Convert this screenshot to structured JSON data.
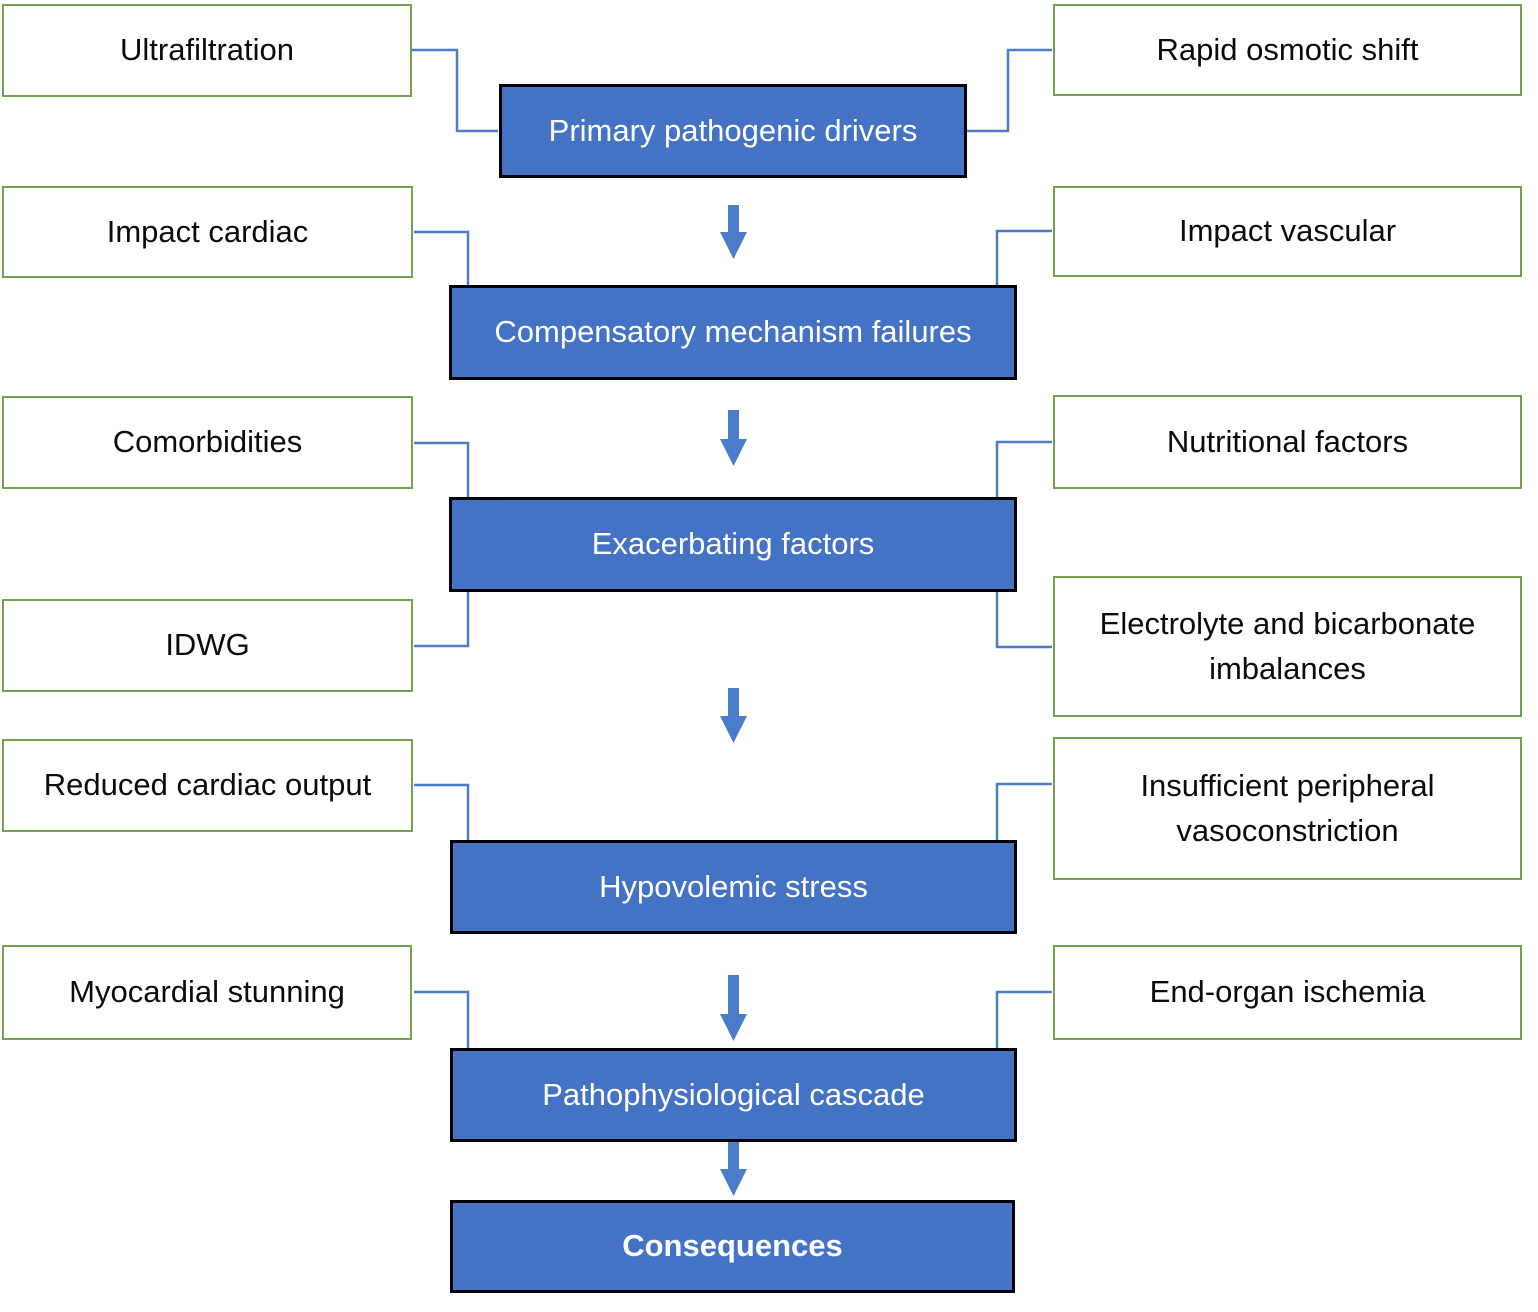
{
  "diagram_type": "flowchart",
  "colors": {
    "stage_fill": "#4472C4",
    "stage_border": "#000000",
    "stage_text": "#FFFFFF",
    "factor_fill": "#FFFFFF",
    "factor_border": "#73A24E",
    "factor_text": "#000000",
    "connector": "#4A7CC9",
    "background": "#FFFFFF"
  },
  "flow_stages": [
    {
      "label": "Primary pathogenic drivers"
    },
    {
      "label": "Compensatory mechanism failures"
    },
    {
      "label": "Exacerbating factors"
    },
    {
      "label": "Hypovolemic stress"
    },
    {
      "label": "Pathophysiological cascade"
    },
    {
      "label": "Consequences"
    }
  ],
  "left_factors": [
    {
      "label": "Ultrafiltration"
    },
    {
      "label": "Impact cardiac"
    },
    {
      "label": "Comorbidities"
    },
    {
      "label": "IDWG"
    },
    {
      "label": "Reduced cardiac output"
    },
    {
      "label": "Myocardial stunning"
    }
  ],
  "right_factors": [
    {
      "label": "Rapid osmotic shift"
    },
    {
      "label": "Impact vascular"
    },
    {
      "label": "Nutritional factors"
    },
    {
      "label": "Electrolyte and bicarbonate imbalances"
    },
    {
      "label": "Insufficient peripheral vasoconstriction"
    },
    {
      "label": "End-organ ischemia"
    }
  ]
}
